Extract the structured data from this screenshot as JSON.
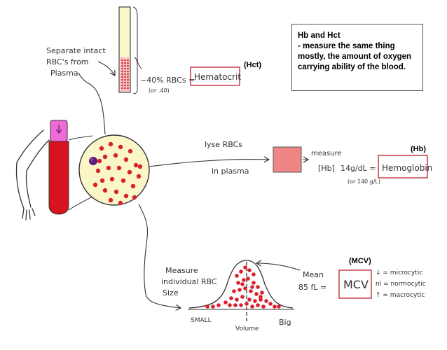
{
  "hct_section": {
    "separate_label_lines": [
      "Separate intact",
      "RBC's from",
      "Plasma"
    ],
    "percent_label": "~40% RBCs =",
    "decimal_label": "(or .40)",
    "term_box": "Hematocrit",
    "tag": "(Hct)"
  },
  "hb_section": {
    "lyse_label": "lyse RBCs",
    "plasma_label": "in plasma",
    "measure_label": "measure",
    "hb_bracket": "[Hb]",
    "value_label": "14g/dL =",
    "alt_value": "(or 140 g/L)",
    "term_box": "Hemoglobin",
    "tag": "(Hb)"
  },
  "mcv_section": {
    "measure_label_lines": [
      "Measure",
      "individual RBC",
      "Size"
    ],
    "x_axis_label": "Volume",
    "small_label": "SMALL",
    "big_label": "Big",
    "mean_label_lines": [
      "Mean",
      "85 fL ="
    ],
    "term_box": "MCV",
    "tag": "(MCV)",
    "legend": [
      "↓ = microcytic",
      "nl = normocytic",
      "↑ = macrocytic"
    ]
  },
  "info_box": {
    "title": "Hb and Hct",
    "body": "- measure the same thing mostly, the amount of oxygen carrying ability of the blood."
  },
  "colors": {
    "blood_red": "#d7141e",
    "rbc_red": "#d9212b",
    "box_red": "#c0303a",
    "plasma": "#fbf6c8",
    "cap_pink": "#f06ad6",
    "hb_swatch": "#f08585",
    "ink": "#333333",
    "wbc": "#5a1a7a"
  }
}
